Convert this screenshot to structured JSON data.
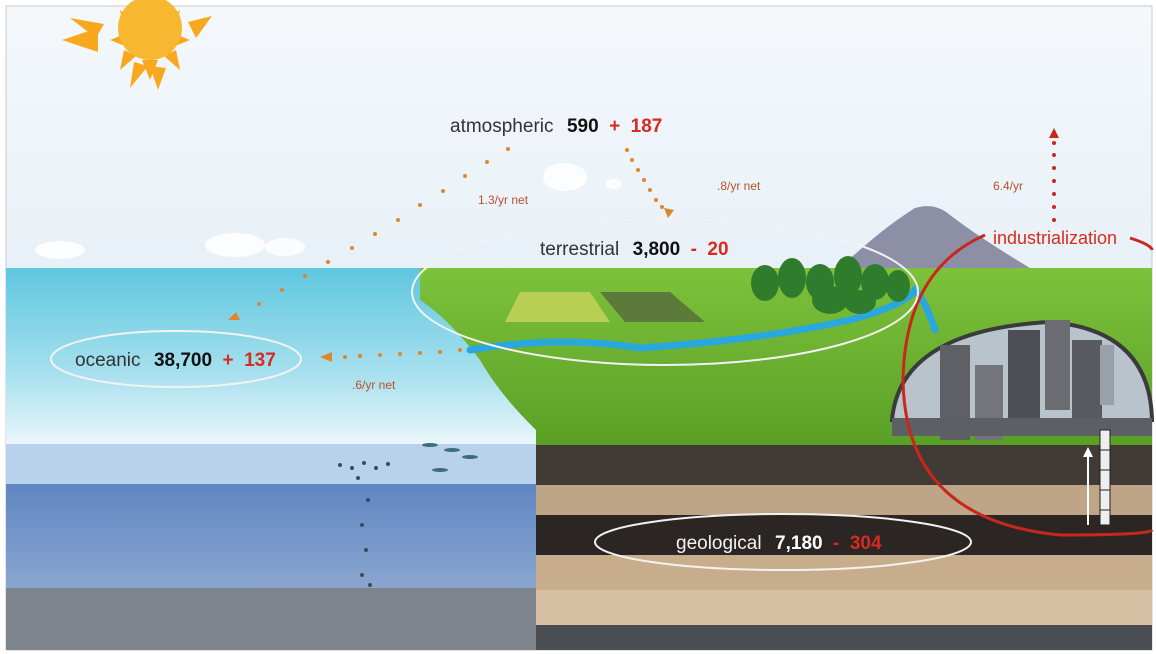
{
  "pools": {
    "atmospheric": {
      "name": "atmospheric",
      "amount": "590",
      "sign": "+",
      "change": "187"
    },
    "terrestrial": {
      "name": "terrestrial",
      "amount": "3,800",
      "sign": "-",
      "change": "20"
    },
    "oceanic": {
      "name": "oceanic",
      "amount": "38,700",
      "sign": "+",
      "change": "137"
    },
    "geological": {
      "name": "geological",
      "amount": "7,180",
      "sign": "-",
      "change": "304"
    }
  },
  "fluxes": {
    "atmosphere_ocean": "1.3/yr net",
    "atmosphere_land": ".8/yr net",
    "land_ocean": ".6/yr net",
    "industrial": "6.4/yr"
  },
  "industrialization": {
    "label": "industrialization"
  },
  "colors": {
    "sky_top": "#f4f8fb",
    "sky_bottom": "#cfe3f3",
    "ocean_surface": "#5fc7df",
    "deep_ocean": "#6c92c8",
    "land_green": "#7fc63a",
    "arrow_orange": "#e0852f",
    "highlight_red": "#d62b1e",
    "sun": "#f7a81e"
  },
  "icons": [
    "sun-icon",
    "cloud-icon",
    "mountain-icon",
    "forest-icon",
    "city-icon",
    "mine-shaft-icon"
  ]
}
